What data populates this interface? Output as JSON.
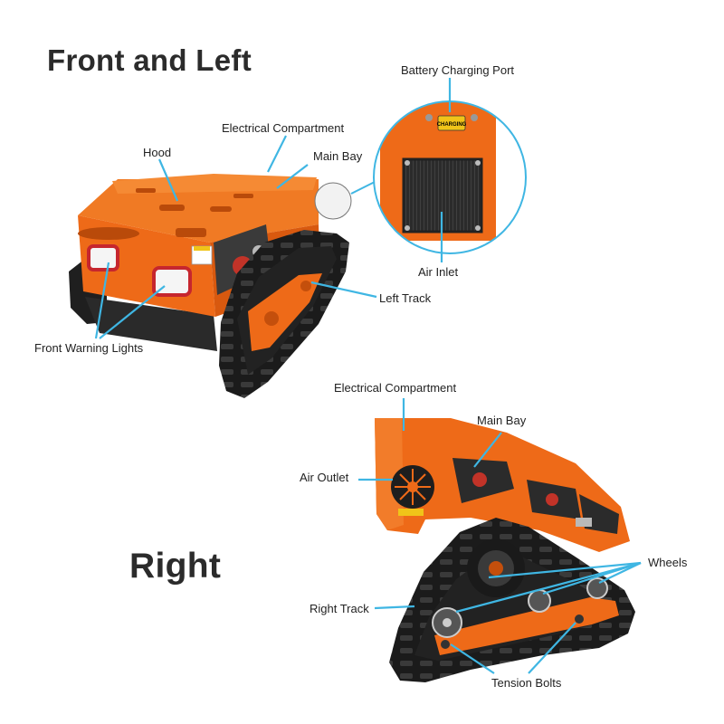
{
  "headings": {
    "front_left": "Front and Left",
    "right": "Right"
  },
  "labels": {
    "battery_charging_port": "Battery Charging Port",
    "electrical_compartment_top": "Electrical Compartment",
    "hood": "Hood",
    "main_bay_top": "Main Bay",
    "air_inlet": "Air Inlet",
    "left_track": "Left Track",
    "front_warning_lights": "Front Warning Lights",
    "electrical_compartment_right": "Electrical Compartment",
    "main_bay_right": "Main Bay",
    "air_outlet": "Air Outlet",
    "wheels": "Wheels",
    "right_track": "Right Track",
    "tension_bolts": "Tension Bolts"
  },
  "charging_sticker": "CHARGING",
  "colors": {
    "body_orange": "#ee6a18",
    "dark_orange": "#c44f0c",
    "track_black": "#1b1b1b",
    "leader_blue": "#3fb6e3",
    "text": "#222222"
  }
}
